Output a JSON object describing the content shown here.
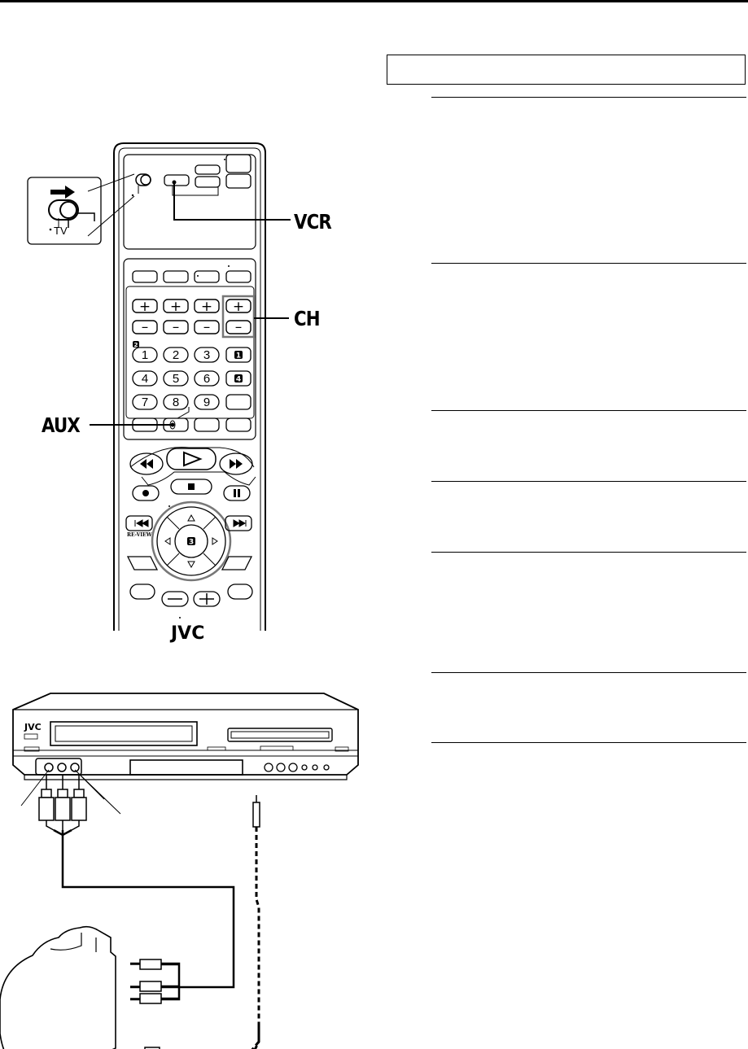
{
  "callouts": {
    "vcr": "VCR",
    "ch": "CH",
    "aux": "AUX"
  },
  "switch_label": "TV",
  "remote": {
    "number_keys": [
      "1",
      "2",
      "3",
      "4",
      "5",
      "6",
      "7",
      "8",
      "9",
      "0"
    ],
    "plus_sign": "+",
    "minus_sign": "–",
    "step_badges": [
      "2",
      "1",
      "4",
      "3"
    ],
    "rewind_label": "RE-VIEW",
    "brand": "JVC"
  },
  "vcr_brand": "JVC",
  "colors": {
    "ink": "#000000",
    "highlight_frame": "#777777",
    "paper": "#ffffff"
  }
}
